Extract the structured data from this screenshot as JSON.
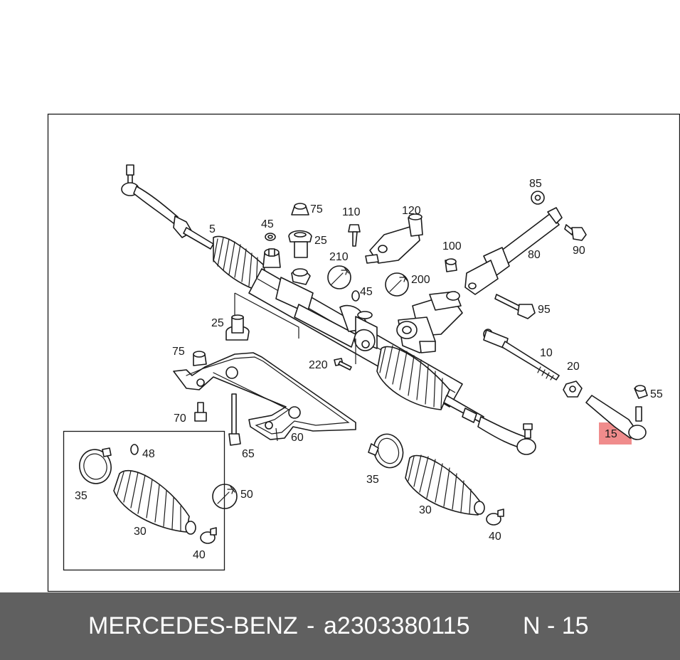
{
  "footer": {
    "brand": "MERCEDES-BENZ",
    "separator": "-",
    "part_number": "a2303380115",
    "position": "N - 15"
  },
  "highlight_color": "#f08c8c",
  "callouts": {
    "c5": "5",
    "c75a": "75",
    "c45a": "45",
    "c25a": "25",
    "c110": "110",
    "c120": "120",
    "c85": "85",
    "c90": "90",
    "c80": "80",
    "c100": "100",
    "c210": "210",
    "c45b": "45",
    "c200": "200",
    "c95": "95",
    "c25b": "25",
    "c75b": "75",
    "c220": "220",
    "c10": "10",
    "c20": "20",
    "c55": "55",
    "c15": "15",
    "c70": "70",
    "c65": "65",
    "c60": "60",
    "c48": "48",
    "c35a": "35",
    "c50": "50",
    "c30a": "30",
    "c40a": "40",
    "c35b": "35",
    "c30b": "30",
    "c40b": "40"
  }
}
